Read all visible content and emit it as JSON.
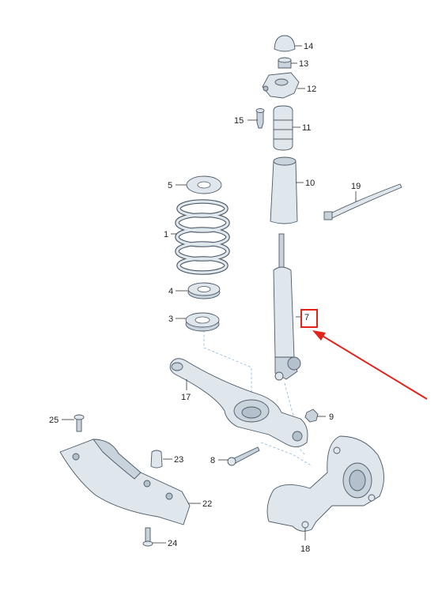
{
  "labels": {
    "p1": "1",
    "p3": "3",
    "p4": "4",
    "p5": "5",
    "p7": "7",
    "p8": "8",
    "p9": "9",
    "p10": "10",
    "p11": "11",
    "p12": "12",
    "p13": "13",
    "p14": "14",
    "p15": "15",
    "p17": "17",
    "p18": "18",
    "p19": "19",
    "p22": "22",
    "p23": "23",
    "p24": "24",
    "p25": "25"
  },
  "highlight": {
    "part": "7",
    "color": "#e0241b"
  },
  "colors": {
    "part_fill": "#dfe6ec",
    "outline": "#4d5a66",
    "leader_dash": "#8ab4d8"
  }
}
